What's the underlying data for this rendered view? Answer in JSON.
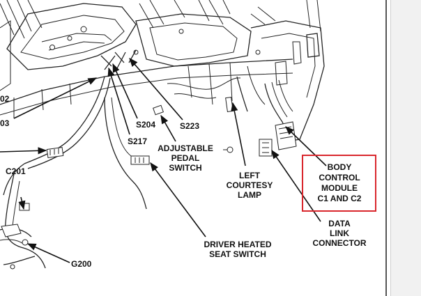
{
  "callouts": {
    "c202": "02",
    "c203": "03",
    "s204": "S204",
    "s223": "S223",
    "s217": "S217",
    "pedal_line1": "ADJUSTABLE",
    "pedal_line2": "PEDAL",
    "pedal_line3": "SWITCH",
    "lamp_line1": "LEFT",
    "lamp_line2": "COURTESY",
    "lamp_line3": "LAMP",
    "c201": "C201",
    "g200": "G200",
    "seat_line1": "DRIVER HEATED",
    "seat_line2": "SEAT SWITCH",
    "bcm_line1": "BODY",
    "bcm_line2": "CONTROL",
    "bcm_line3": "MODULE",
    "bcm_line4": "C1 AND C2",
    "dlc_line1": "DATA",
    "dlc_line2": "LINK",
    "dlc_line3": "CONNECTOR"
  },
  "colors": {
    "highlight_box": "#d9262c",
    "ink": "#111111"
  }
}
